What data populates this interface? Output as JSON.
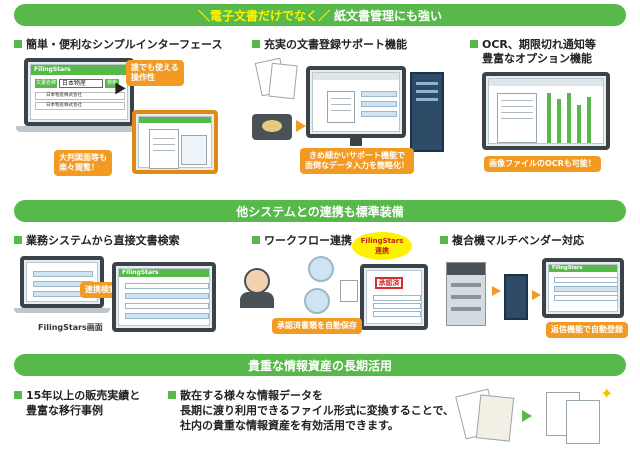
{
  "banners": {
    "top_prefix": "＼電子文書だけでなく／",
    "top_main": "紙文書管理にも強い",
    "middle": "他システムとの連携も標準装備",
    "bottom": "貴重な情報資産の長期活用"
  },
  "features_top": {
    "f1_title": "簡単・便利なシンプルインターフェース",
    "f1_logo": "FilingStars",
    "f1_tab": "文書名称",
    "f1_field": "日本物産",
    "f1_btn": "検索",
    "f1_row1": "日本物産株式会社",
    "f1_row2": "日本物産株式会社",
    "f1_callout1_l1": "誰でも使える",
    "f1_callout1_l2": "操作性",
    "f1_callout2_l1": "大判図面等も",
    "f1_callout2_l2": "楽々閲覧！",
    "f2_title": "充実の文書登録サポート機能",
    "f2_callout_l1": "きめ細かいサポート機能で",
    "f2_callout_l2": "面倒なデータ入力を簡略化！",
    "f3_title_l1": "OCR、期限切れ通知等",
    "f3_title_l2": "豊富なオプション機能",
    "f3_callout": "画像ファイルのOCRも可能！"
  },
  "features_mid": {
    "m1_title": "業務システムから直接文書検索",
    "m1_callout": "連携検索",
    "m1_logo": "FilingStars",
    "m1_caption": "FilingStars画面",
    "m2_title": "ワークフロー連携",
    "m2_badge_l1": "FilingStars",
    "m2_badge_l2": "連携",
    "m2_stamp": "承認済",
    "m2_callout": "承認済書類を自動保存",
    "m3_title": "複合機マルチベンダー対応",
    "m3_logo": "FilingStars",
    "m3_callout": "返信機能で自動登録"
  },
  "features_bottom": {
    "b1_l1": "15年以上の販売実績と",
    "b1_l2": "豊富な移行事例",
    "b2_l1": "散在する様々な情報データを",
    "b2_l2": "長期に渡り利用できるファイル形式に変換することで、",
    "b2_l3": "社内の貴重な情報資産を有効活用できます。"
  },
  "colors": {
    "accent_green": "#57b94a",
    "callout_orange": "#f29a22",
    "highlight_yellow": "#fff200"
  }
}
